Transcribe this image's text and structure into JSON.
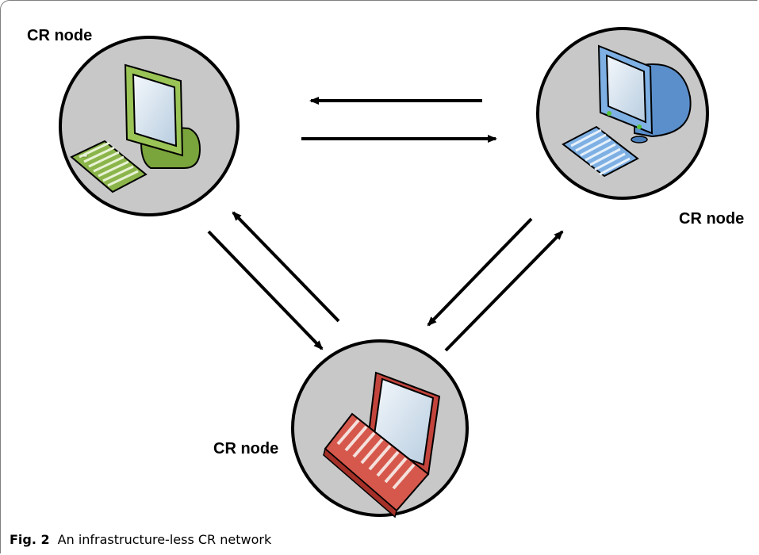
{
  "nodes": {
    "top_left": {
      "label": "CR node",
      "device": "desktop-crt-monitor-green"
    },
    "top_right": {
      "label": "CR node",
      "device": "desktop-crt-monitor-blue"
    },
    "bottom": {
      "label": "CR node",
      "device": "laptop-red"
    }
  },
  "caption": {
    "figure_number": "Fig. 2",
    "text": "An infrastructure-less CR network"
  },
  "colors": {
    "node_circle": "#c8c8c8",
    "green_device": "#8bb54a",
    "blue_device": "#6a9fd8",
    "red_device": "#c2443c",
    "arrow": "#000000"
  },
  "links": [
    {
      "from": "top_right",
      "to": "top_left"
    },
    {
      "from": "top_left",
      "to": "top_right"
    },
    {
      "from": "top_left",
      "to": "bottom"
    },
    {
      "from": "bottom",
      "to": "top_left"
    },
    {
      "from": "top_right",
      "to": "bottom"
    },
    {
      "from": "bottom",
      "to": "top_right"
    }
  ]
}
